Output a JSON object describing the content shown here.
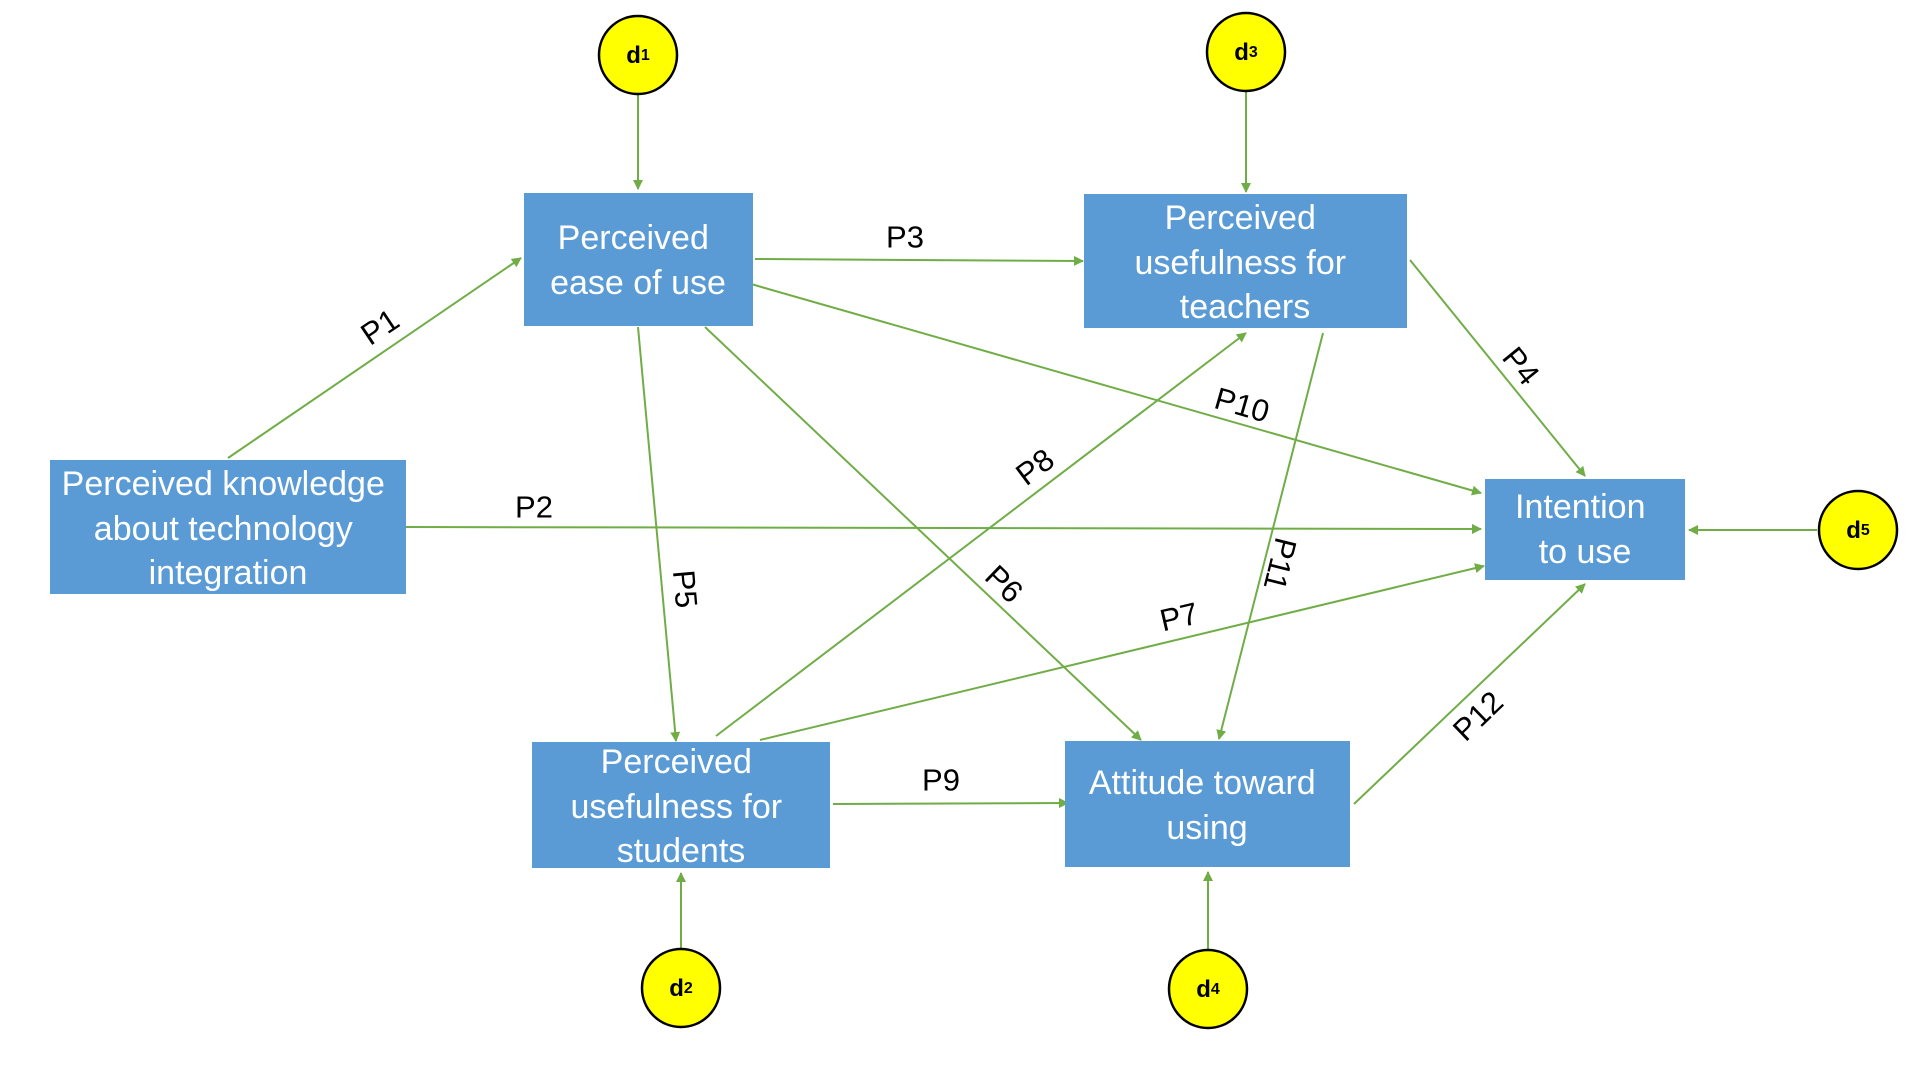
{
  "boxes": {
    "pkti": [
      "Perceived knowledge",
      "about technology",
      "integration"
    ],
    "peou": [
      "Perceived",
      "ease of use"
    ],
    "put": [
      "Perceived",
      "usefulness for",
      "teachers"
    ],
    "pus": [
      "Perceived",
      "usefulness for",
      "students"
    ],
    "atu": [
      "Attitude toward",
      "using"
    ],
    "itu": [
      "Intention",
      "to use"
    ]
  },
  "disturbances": {
    "d1": {
      "base": "d",
      "sub": "1"
    },
    "d2": {
      "base": "d",
      "sub": "2"
    },
    "d3": {
      "base": "d",
      "sub": "3"
    },
    "d4": {
      "base": "d",
      "sub": "4"
    },
    "d5": {
      "base": "d",
      "sub": "5"
    }
  },
  "paths": {
    "p1": "P1",
    "p2": "P2",
    "p3": "P3",
    "p4": "P4",
    "p5": "P5",
    "p6": "P6",
    "p7": "P7",
    "p8": "P8",
    "p9": "P9",
    "p10": "P10",
    "p11": "P11",
    "p12": "P12"
  },
  "colors": {
    "box_fill": "#5b9bd5",
    "box_text": "#ffffff",
    "arrow": "#70ad47",
    "disturbance_fill": "#ffff00",
    "disturbance_stroke": "#000000"
  }
}
